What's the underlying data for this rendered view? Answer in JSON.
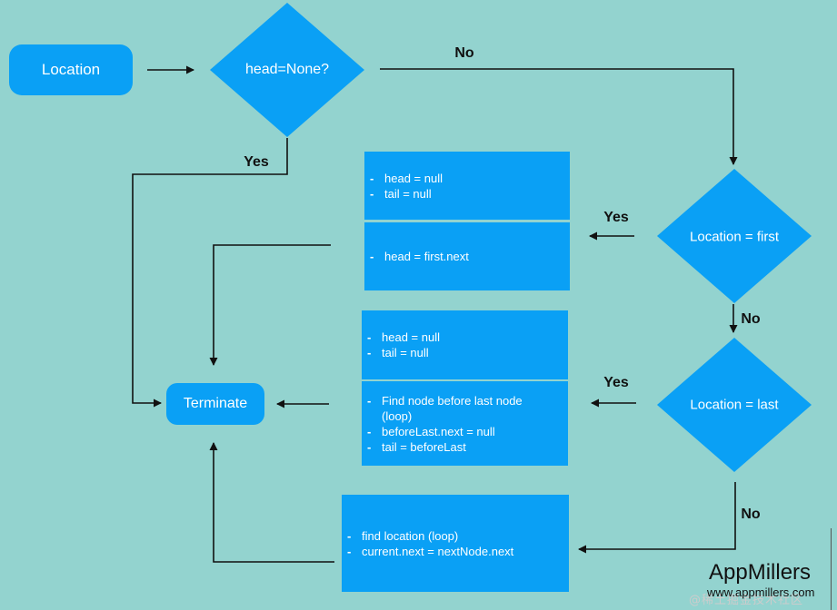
{
  "start_node": "Location",
  "decisions": {
    "head_none": "head=None?",
    "location_first": "Location = first",
    "location_last": "Location = last"
  },
  "edge_labels": {
    "no_top": "No",
    "yes_head": "Yes",
    "yes_first": "Yes",
    "no_first": "No",
    "yes_last": "Yes",
    "no_last": "No"
  },
  "terminate": "Terminate",
  "boxes": {
    "first_a": [
      "head = null",
      "tail = null"
    ],
    "first_b": [
      "head = first.next"
    ],
    "last_a": [
      "head = null",
      "tail = null"
    ],
    "last_b": [
      "Find node before last node",
      "(loop)",
      "beforeLast.next = null",
      "tail = beforeLast"
    ],
    "middle": [
      "find location (loop)",
      "current.next = nextNode.next"
    ]
  },
  "bullet": "-",
  "brand": "AppMillers",
  "site": "www.appmillers.com",
  "watermark": "@稀土掘金技术社区",
  "colors": {
    "background": "#93d3cf",
    "node": "#0aa0f5",
    "line": "#111111"
  }
}
